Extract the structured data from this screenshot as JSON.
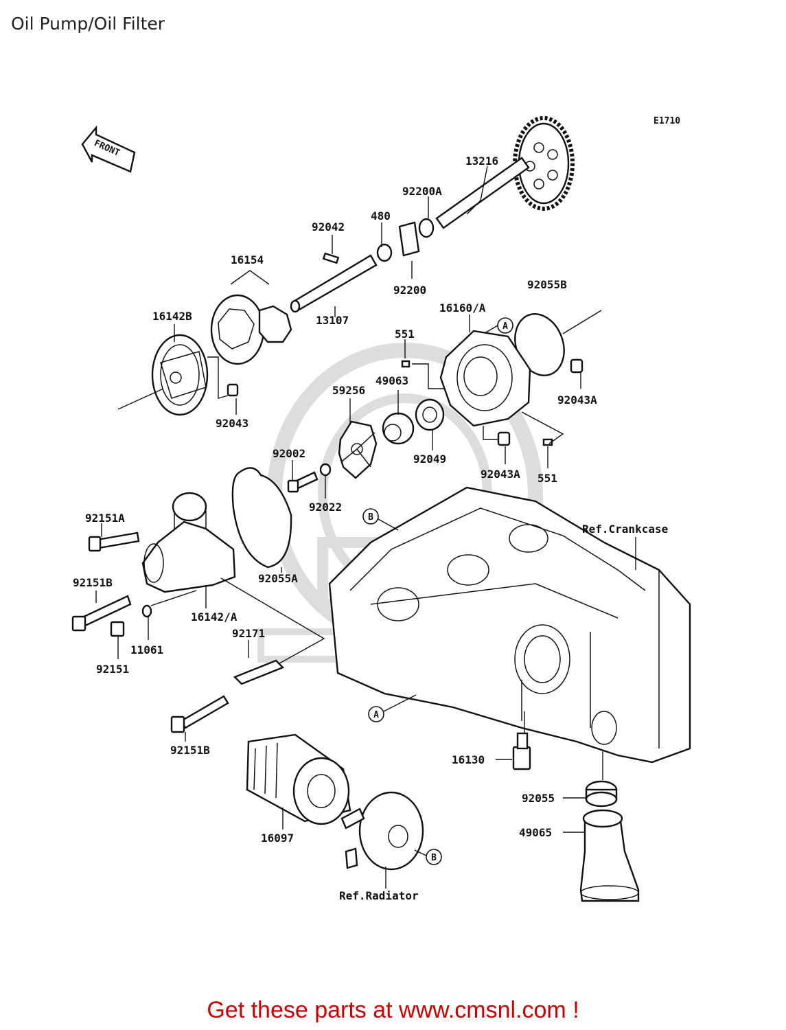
{
  "page": {
    "title": "Oil Pump/Oil Filter"
  },
  "diagram": {
    "code": "E1710",
    "front_label": "FRONT",
    "parts": [
      {
        "key": "p13216",
        "label": "13216"
      },
      {
        "key": "p92200A",
        "label": "92200A"
      },
      {
        "key": "p480",
        "label": "480"
      },
      {
        "key": "p92042",
        "label": "92042"
      },
      {
        "key": "p16154",
        "label": "16154"
      },
      {
        "key": "p92200",
        "label": "92200"
      },
      {
        "key": "p92055B",
        "label": "92055B"
      },
      {
        "key": "p16160A",
        "label": "16160/A"
      },
      {
        "key": "p16142B",
        "label": "16142B"
      },
      {
        "key": "p13107",
        "label": "13107"
      },
      {
        "key": "p551a",
        "label": "551"
      },
      {
        "key": "p49063",
        "label": "49063"
      },
      {
        "key": "p59256",
        "label": "59256"
      },
      {
        "key": "p92043A_a",
        "label": "92043A"
      },
      {
        "key": "p92043",
        "label": "92043"
      },
      {
        "key": "p92049",
        "label": "92049"
      },
      {
        "key": "p92002",
        "label": "92002"
      },
      {
        "key": "p92043A_b",
        "label": "92043A"
      },
      {
        "key": "p551b",
        "label": "551"
      },
      {
        "key": "p92022",
        "label": "92022"
      },
      {
        "key": "p92151A",
        "label": "92151A"
      },
      {
        "key": "p92055A",
        "label": "92055A"
      },
      {
        "key": "p92151B_a",
        "label": "92151B"
      },
      {
        "key": "p16142A",
        "label": "16142/A"
      },
      {
        "key": "p92171",
        "label": "92171"
      },
      {
        "key": "p11061",
        "label": "11061"
      },
      {
        "key": "p92151",
        "label": "92151"
      },
      {
        "key": "p92151B_b",
        "label": "92151B"
      },
      {
        "key": "p16130",
        "label": "16130"
      },
      {
        "key": "p92055",
        "label": "92055"
      },
      {
        "key": "p49065",
        "label": "49065"
      },
      {
        "key": "p16097",
        "label": "16097"
      }
    ],
    "refs": {
      "crankcase": "Ref.Crankcase",
      "radiator": "Ref.Radiator"
    },
    "markers": {
      "A": "A",
      "B": "B"
    }
  },
  "footer": {
    "text": "Get these parts at www.cmsnl.com !"
  }
}
